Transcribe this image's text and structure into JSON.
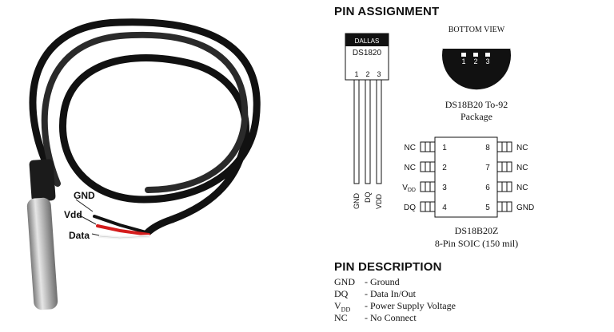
{
  "wire_labels": {
    "gnd": "GND",
    "vdd": "Vdd",
    "data": "Data"
  },
  "pin_assignment": {
    "title": "PIN ASSIGNMENT",
    "to92_body": {
      "brand": "DALLAS",
      "model": "DS1820",
      "pins": [
        "1",
        "2",
        "3"
      ]
    },
    "leg_labels": [
      "GND",
      "DQ",
      "VDD"
    ],
    "bottom_view": {
      "title": "BOTTOM VIEW",
      "pins": [
        "1",
        "2",
        "3"
      ]
    },
    "to92_caption": {
      "line1": "DS18B20 To-92",
      "line2": "Package"
    },
    "soic": {
      "left_labels": [
        "NC",
        "NC",
        "V",
        "DQ"
      ],
      "left_numbers": [
        "1",
        "2",
        "3",
        "4"
      ],
      "right_numbers": [
        "8",
        "7",
        "6",
        "5"
      ],
      "right_labels": [
        "NC",
        "NC",
        "NC",
        "GND"
      ],
      "vdd_subscript": "DD",
      "caption_line1": "DS18B20Z",
      "caption_line2": "8-Pin SOIC (150 mil)"
    }
  },
  "pin_description": {
    "title": "PIN DESCRIPTION",
    "rows": [
      {
        "pin": "GND",
        "meaning": "- Ground"
      },
      {
        "pin": "DQ",
        "meaning": "- Data In/Out"
      },
      {
        "pin": "V",
        "pin_sub": "DD",
        "meaning": "- Power Supply Voltage"
      },
      {
        "pin": "NC",
        "meaning": "- No Connect"
      }
    ]
  }
}
